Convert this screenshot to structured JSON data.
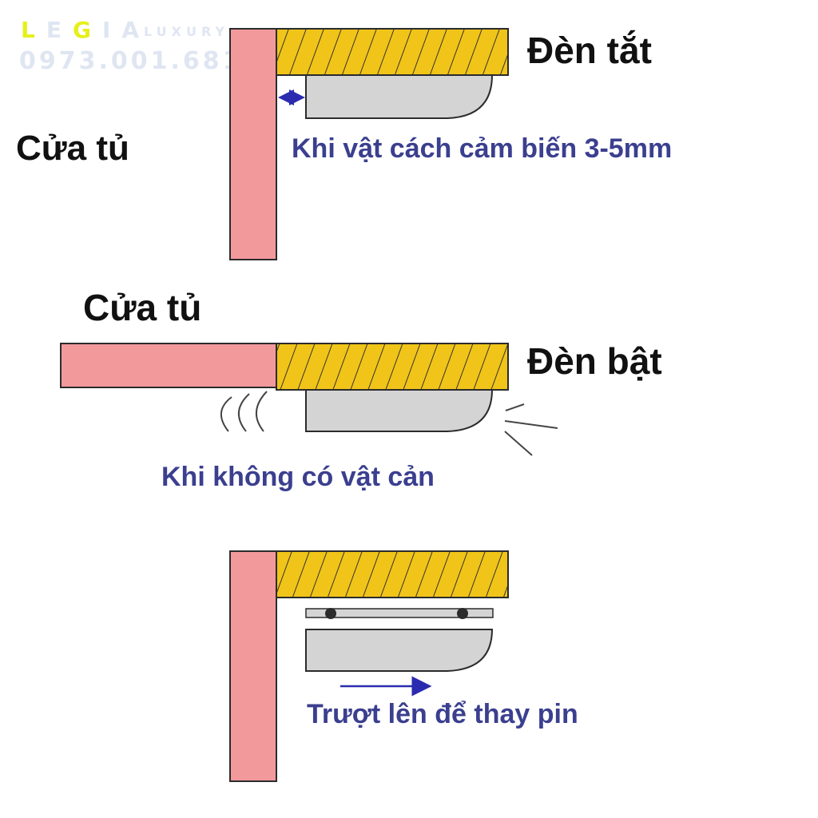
{
  "watermark": {
    "brand_letters": [
      "L",
      "E",
      "G",
      "I",
      "A"
    ],
    "brand_suffix": "LUXURY",
    "phone": "0973.001.681",
    "colors": {
      "yellow": "#e6ef1a",
      "faint": "#dfe6f2"
    }
  },
  "colors": {
    "door": "#f2999c",
    "door_stroke": "#2b2b2b",
    "shelf": "#f0c419",
    "sensor": "#d4d4d4",
    "text_blue": "#3b3f8f",
    "text_black": "#111111"
  },
  "panel1": {
    "door_label": "Cửa tủ",
    "state_label": "Đèn tắt",
    "note": "Khi vật cách cảm biến 3-5mm"
  },
  "panel2": {
    "door_label": "Cửa tủ",
    "state_label": "Đèn bật",
    "note": "Khi không có vật cản"
  },
  "panel3": {
    "note": "Trượt lên để thay pin"
  }
}
